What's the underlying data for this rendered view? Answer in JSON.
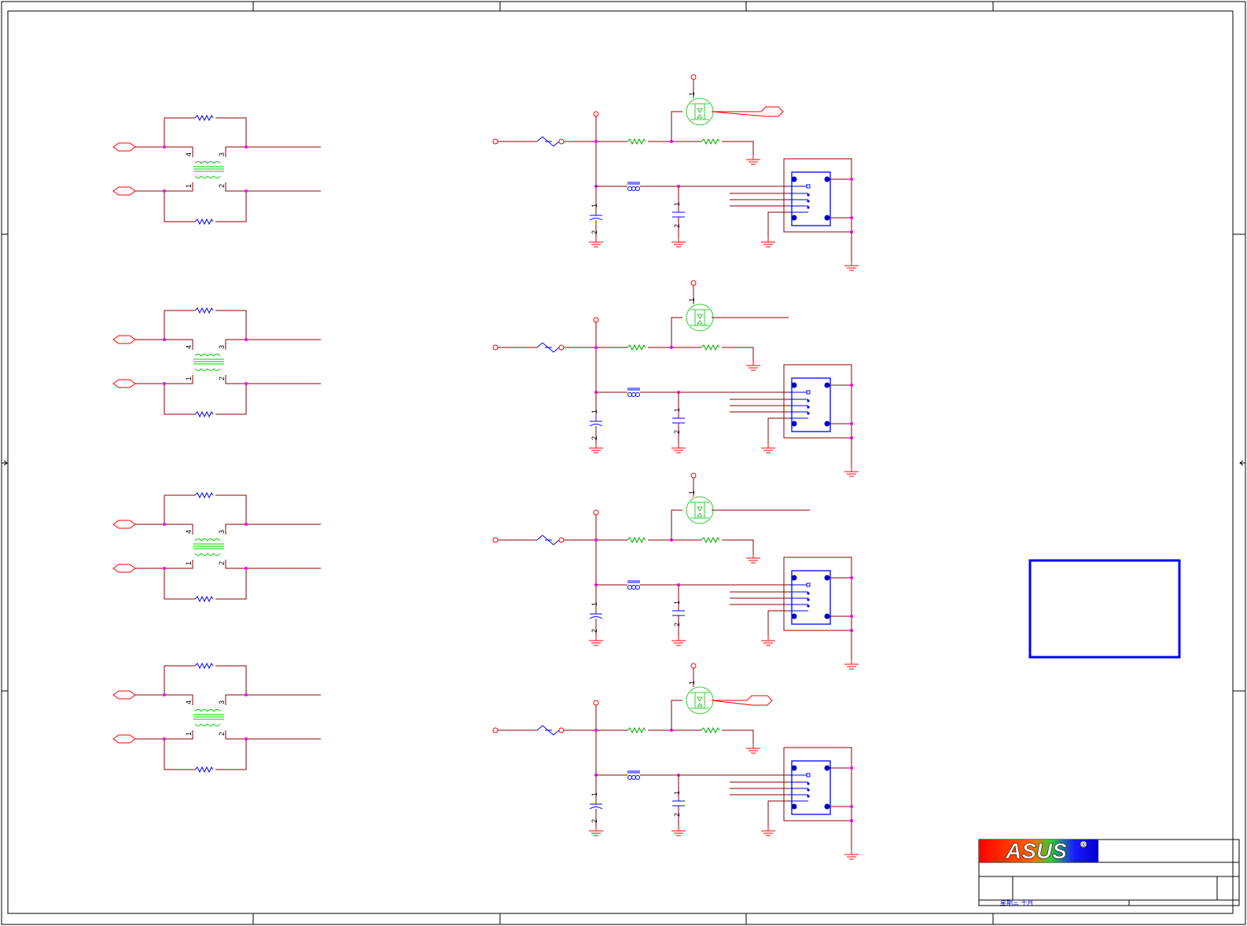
{
  "title_block": {
    "logo_text": "ASUS",
    "registered_mark": "®",
    "date_label": "星期三 十月"
  },
  "pin_numbers": {
    "p1": "1",
    "p2": "2",
    "p3": "3",
    "p4": "4"
  },
  "colors": {
    "wire": "#8b0000",
    "net": "#ff0000",
    "part": "#0000ff",
    "junction": "#ff00ff",
    "fet": "#33cc33",
    "choke": "#00cc00",
    "border": "#000000"
  },
  "blocks": {
    "channels": [
      "ch1",
      "ch2",
      "ch3",
      "ch4"
    ]
  },
  "icons": {
    "fuse": "fuse-icon",
    "mosfet": "mosfet-icon",
    "transformer": "common-mode-choke-icon",
    "connector": "usb-connector-icon",
    "ground": "ground-icon",
    "resistor": "resistor-icon",
    "capacitor": "capacitor-icon",
    "ferrite": "ferrite-bead-icon"
  }
}
